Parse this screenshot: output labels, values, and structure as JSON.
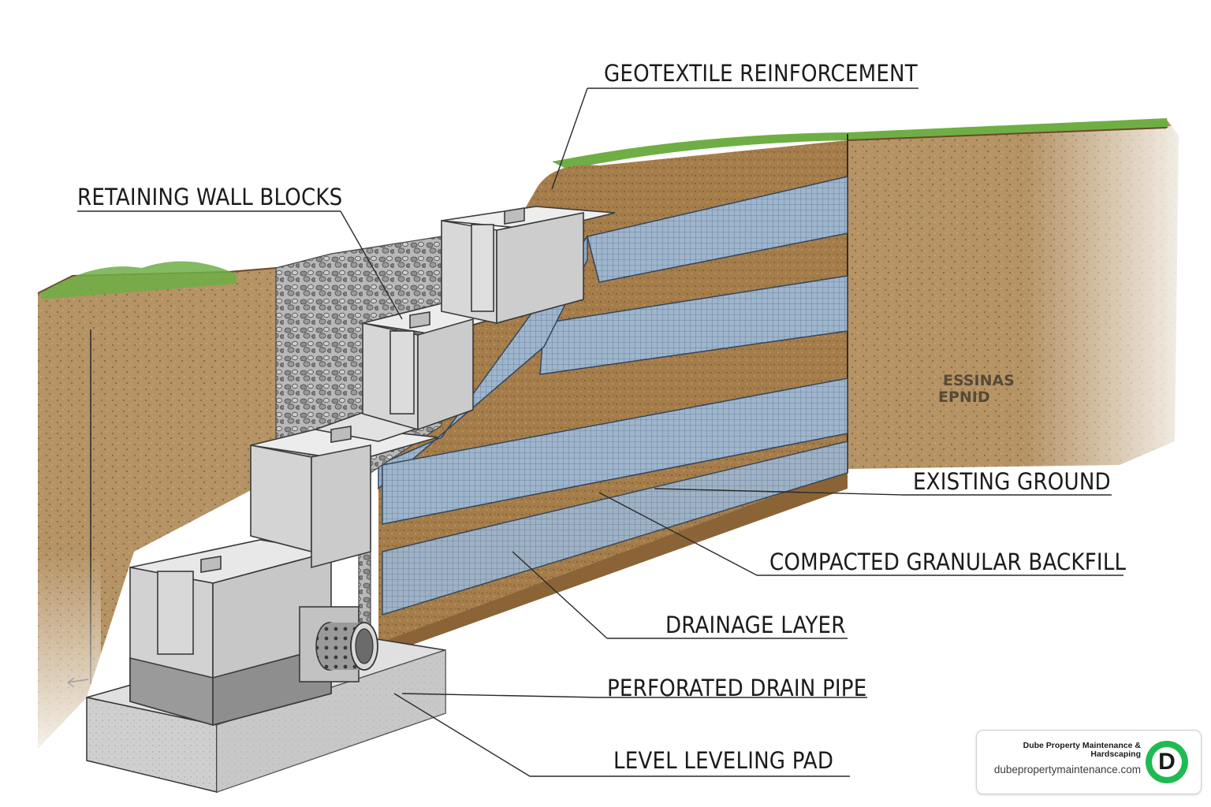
{
  "labels": {
    "geotextile": "GEOTEXTILE REINFORCEMENT",
    "blocks": "RETAINING WALL BLOCKS",
    "existing_ground": "EXISTING GROUND",
    "backfill": "COMPACTED GRANULAR BACKFILL",
    "drainage": "DRAINAGE LAYER",
    "drain_pipe": "PERFORATED DRAIN PIPE",
    "leveling_pad": "LEVEL LEVELING PAD"
  },
  "mirrored_text": {
    "line1": "ESSINAS",
    "line2": "EPNID"
  },
  "brand": {
    "name": "Dube Property Maintenance & Hardscaping",
    "url": "dubepropertymaintenance.com",
    "logo_letter": "D"
  },
  "colors": {
    "soil": "#b39064",
    "soil_dark": "#8f6a40",
    "grass": "#6fae45",
    "backfill": "#a8814f",
    "geogrid": "#8fa9c4",
    "concrete": "#d4d4d4",
    "gravel": "#a3a3a3",
    "brand_green": "#1fbb52"
  }
}
